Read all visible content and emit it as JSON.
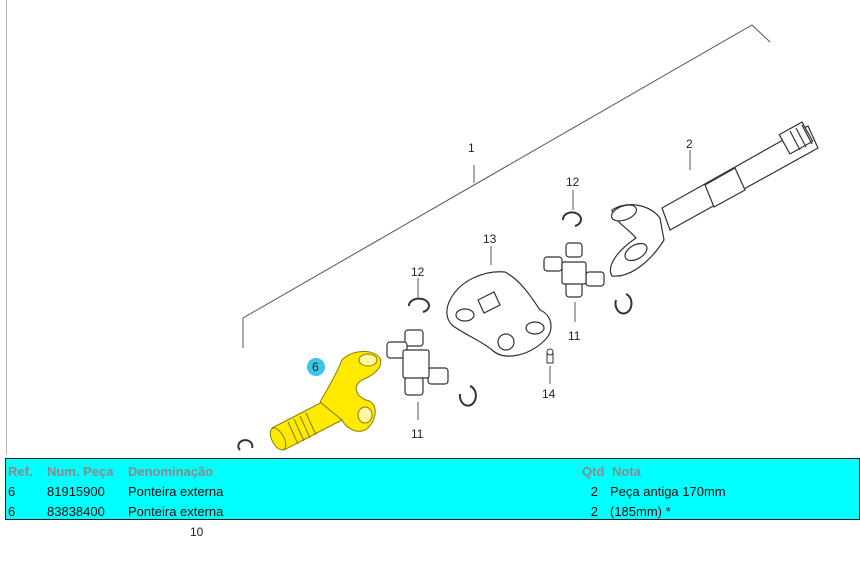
{
  "diagram": {
    "callouts": {
      "c1": "1",
      "c2": "2",
      "c13": "13",
      "c12a": "12",
      "c12b": "12",
      "c11a": "11",
      "c11b": "11",
      "c11c": "11",
      "c14": "14",
      "c6": "6"
    },
    "below_label": "10",
    "highlight_color": "#ffea00",
    "selected_callout_color": "#39c6e8"
  },
  "table": {
    "headers": {
      "ref": "Ref.",
      "num": "Num. Peça",
      "den": "Denominação",
      "qtd": "Qtd",
      "nota": "Nota"
    },
    "rows": [
      {
        "ref": "6",
        "num": "81915900",
        "den": "Ponteira externa",
        "qtd": "2",
        "nota": "Peça antiga 170mm"
      },
      {
        "ref": "6",
        "num": "83838400",
        "den": "Ponteira externa",
        "qtd": "2",
        "nota": "(185mm)  *"
      }
    ],
    "background_color": "#00ffff"
  }
}
